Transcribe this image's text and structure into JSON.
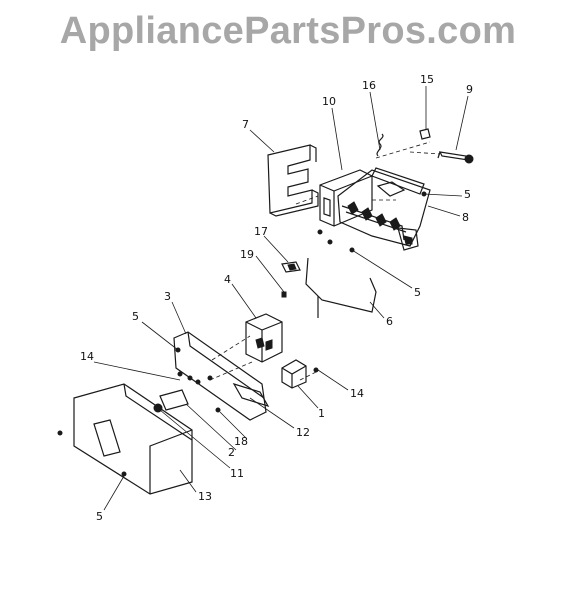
{
  "watermark": "AppliancePartsPros.com",
  "callouts": [
    "16",
    "15",
    "9",
    "10",
    "7",
    "5",
    "8",
    "17",
    "19",
    "5",
    "4",
    "3",
    "6",
    "5",
    "14",
    "14",
    "1",
    "12",
    "18",
    "2",
    "11",
    "13",
    "5"
  ]
}
